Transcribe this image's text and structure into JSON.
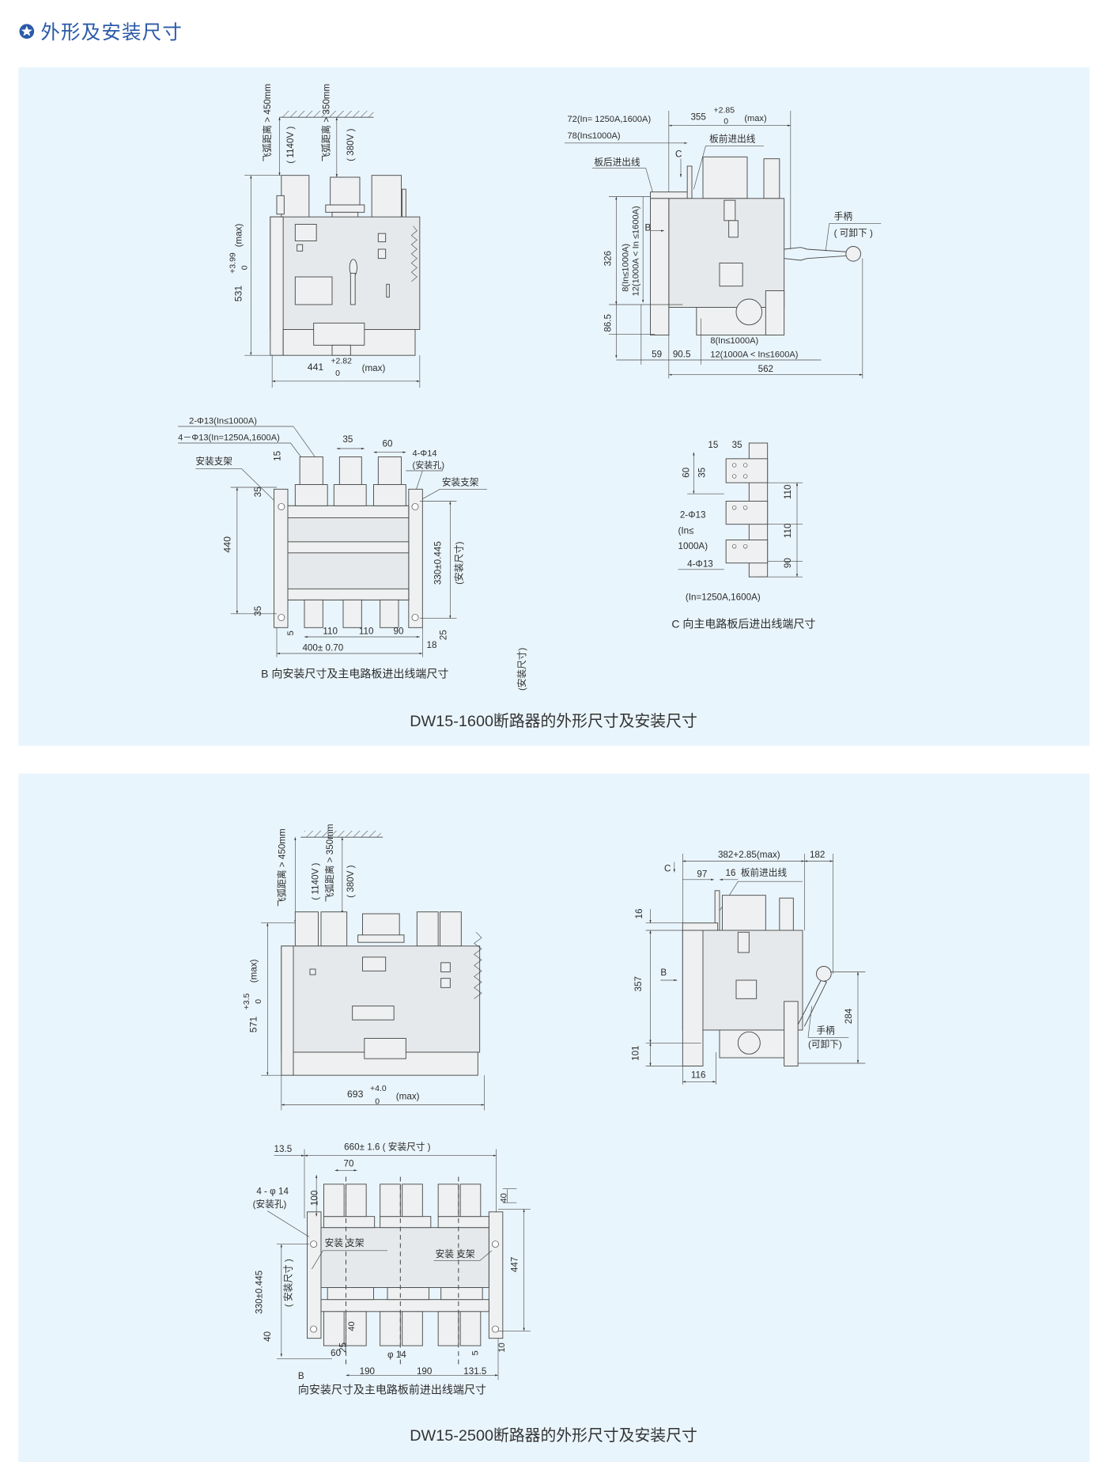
{
  "section_title": "外形及安装尺寸",
  "star_icon": "star-in-circle",
  "colors": {
    "accent": "#2b5aa8",
    "panel_bg": "#e9f5fc"
  },
  "panel_1600": {
    "caption": "DW15-1600断路器的外形尺寸及安装尺寸",
    "front": {
      "clearance_1140": "飞弧距离 > 450mm",
      "voltage_1140": "( 1140V )",
      "clearance_380": "飞弧距离 > 350mm",
      "voltage_380": "( 380V )",
      "height": "531",
      "height_tol_upper": "+3.99",
      "height_tol_lower": "0",
      "height_max": "(max)",
      "width": "441",
      "width_tol_upper": "+2.82",
      "width_tol_lower": "0",
      "width_max": "(max)"
    },
    "side": {
      "in_1250_1600": "72(In= 1250A,1600A)",
      "in_1000": "78(In≤1000A)",
      "depth": "355",
      "depth_tol_upper": "+2.85",
      "depth_tol_lower": "0",
      "depth_max": "(max)",
      "view_c": "C",
      "front_wiring": "板前进出线",
      "rear_wiring": "板后进出线",
      "view_b": "B",
      "handle": "手柄",
      "handle_removable": "( 可卸下 )",
      "h326": "326",
      "h_8": "8(In≤1000A)",
      "h_12": "12(1000A < In ≤1600A)",
      "h865": "86.5",
      "b59": "59",
      "b905": "90.5",
      "b8": "8(In≤1000A)",
      "b12": "12(1000A < In≤1600A)",
      "w562": "562"
    },
    "b_view": {
      "hole_2_13": "2-Φ13(In≤1000A)",
      "hole_4_13": "4－Φ13(In=1250A,1600A)",
      "bracket_left": "安装支架",
      "d35": "35",
      "d60": "60",
      "hole_4_14": "4-Φ14",
      "hole_4_14_note": "(安装孔)",
      "bracket_right": "安装支架",
      "d15": "15",
      "d35_top": "35",
      "h440": "440",
      "d35_bottom": "35",
      "d5": "5",
      "mount_h": "330±0.445",
      "mount_note": "(安装尺寸)",
      "d110a": "110",
      "d110b": "110",
      "d90": "90",
      "w400": "400± 0.70",
      "d18": "18",
      "d25": "25",
      "caption": "B 向安装尺寸及主电路板进出线端尺寸",
      "stray_note": "(安装尺寸)"
    },
    "c_view": {
      "d15": "15",
      "d35": "35",
      "d60": "60",
      "d35v": "35",
      "d110a": "110",
      "d110b": "110",
      "d90": "90",
      "hole_2_13": "2-Φ13",
      "hole_note_1": "(In≤",
      "hole_note_2": "1000A)",
      "hole_4_13": "4-Φ13",
      "hole_4_13_note": "(In=1250A,1600A)",
      "caption": "C 向主电路板后进出线端尺寸"
    }
  },
  "panel_2500": {
    "caption": "DW15-2500断路器的外形尺寸及安装尺寸",
    "front": {
      "clearance_1140": "飞弧距离 > 450mm",
      "voltage_1140": "( 1140V )",
      "clearance_380": "飞弧距离 > 350mm",
      "voltage_380": "( 380V )",
      "height": "571",
      "height_tol_upper": "+3.5",
      "height_tol_lower": "0",
      "height_max": "(max)",
      "width": "693",
      "width_tol_upper": "+4.0",
      "width_tol_lower": "0",
      "width_max": "(max)"
    },
    "side": {
      "depth": "382+2.85(max)",
      "d182": "182",
      "view_c": "C",
      "d97": "97",
      "d16": "16",
      "front_wiring": "板前进出线",
      "h16": "16",
      "h357": "357",
      "h101": "101",
      "d116": "116",
      "view_b": "B",
      "handle": "手柄",
      "handle_removable": "(可卸下)",
      "h284": "284"
    },
    "b_view": {
      "d135": "13.5",
      "mount_w": "660± 1.6 ( 安装尺寸 )",
      "d70": "70",
      "d100": "100",
      "hole": "4 - φ 14",
      "hole_note": "(安装孔)",
      "d40_top": "40",
      "h447": "447",
      "mount_h": "330±0.445",
      "mount_note": "( 安装尺寸 )",
      "d40_bottom": "40",
      "bracket_left": "安装 支架",
      "bracket_right": "安装 支架",
      "d60": "60",
      "d25": "25",
      "d40_mid": "40",
      "hole_14": "φ 14",
      "d5": "5",
      "d10": "10",
      "d190a": "190",
      "d190b": "190",
      "d1315": "131.5",
      "view_b": "B",
      "caption": "向安装尺寸及主电路板前进出线端尺寸"
    }
  }
}
